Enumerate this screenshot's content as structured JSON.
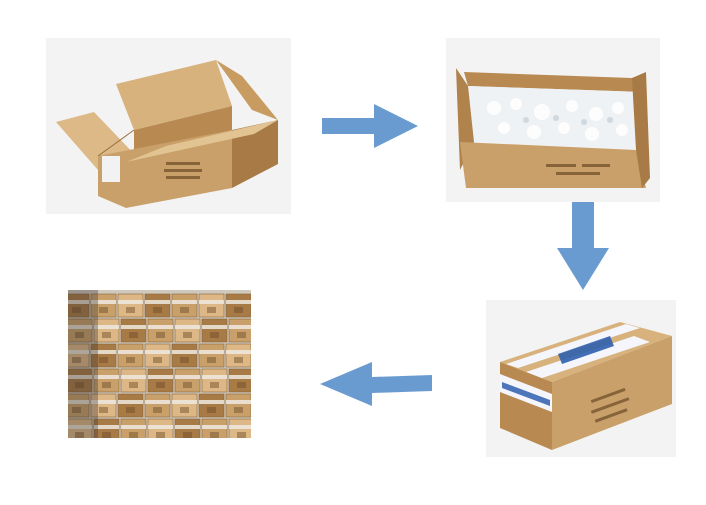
{
  "colors": {
    "arrow": "#6a9bd0",
    "cardboard": "#c9a06a",
    "cardboard_dark": "#a87a45",
    "cardboard_light": "#ddb886",
    "tape": "#f4f6fb",
    "tape_band": "#2f5fae",
    "foam": "#eef2f4"
  },
  "steps": [
    {
      "icon": "open-cardboard-box"
    },
    {
      "icon": "box-with-foam-packing"
    },
    {
      "icon": "sealed-taped-box"
    },
    {
      "icon": "stacked-boxes-warehouse"
    }
  ],
  "flow": [
    "right-arrow",
    "down-arrow",
    "left-arrow"
  ]
}
